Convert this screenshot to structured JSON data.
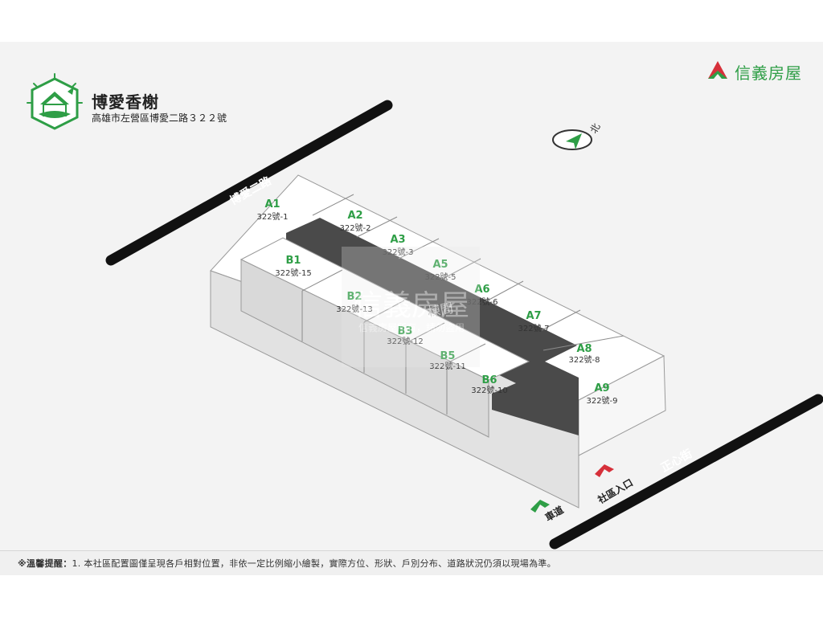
{
  "brand": {
    "name": "信義房屋",
    "color": "#2e9e46",
    "accent": "#d6303a"
  },
  "project": {
    "name": "博愛香榭",
    "address": "高雄市左營區博愛二路３２２號"
  },
  "compass": {
    "label": "北"
  },
  "roads": {
    "north_road": "博愛二路",
    "south_road": "正心街"
  },
  "aisle_label": "棟間",
  "entrances": {
    "community": "社區入口",
    "vehicle": "車道"
  },
  "units": [
    {
      "id": "A1",
      "addr": "322號-1"
    },
    {
      "id": "A2",
      "addr": "322號-2"
    },
    {
      "id": "A3",
      "addr": "322號-3"
    },
    {
      "id": "A5",
      "addr": "322號-5"
    },
    {
      "id": "A6",
      "addr": "322號-6"
    },
    {
      "id": "A7",
      "addr": "322號-7"
    },
    {
      "id": "A8",
      "addr": "322號-8"
    },
    {
      "id": "A9",
      "addr": "322號-9"
    },
    {
      "id": "B1",
      "addr": "322號-15"
    },
    {
      "id": "B2",
      "addr": "322號-13"
    },
    {
      "id": "B3",
      "addr": "322號-12"
    },
    {
      "id": "B5",
      "addr": "322號-11"
    },
    {
      "id": "B6",
      "addr": "322號-10"
    }
  ],
  "watermark": {
    "line1": "信義房屋",
    "line2": "信義房屋所有，請勿盜用"
  },
  "footer": {
    "prefix": "※溫馨提醒：",
    "text": "1. 本社區配置圖僅呈現各戶相對位置，非依一定比例縮小繪製，實際方位、形狀、戶別分布、道路狀況仍須以現場為準。"
  }
}
